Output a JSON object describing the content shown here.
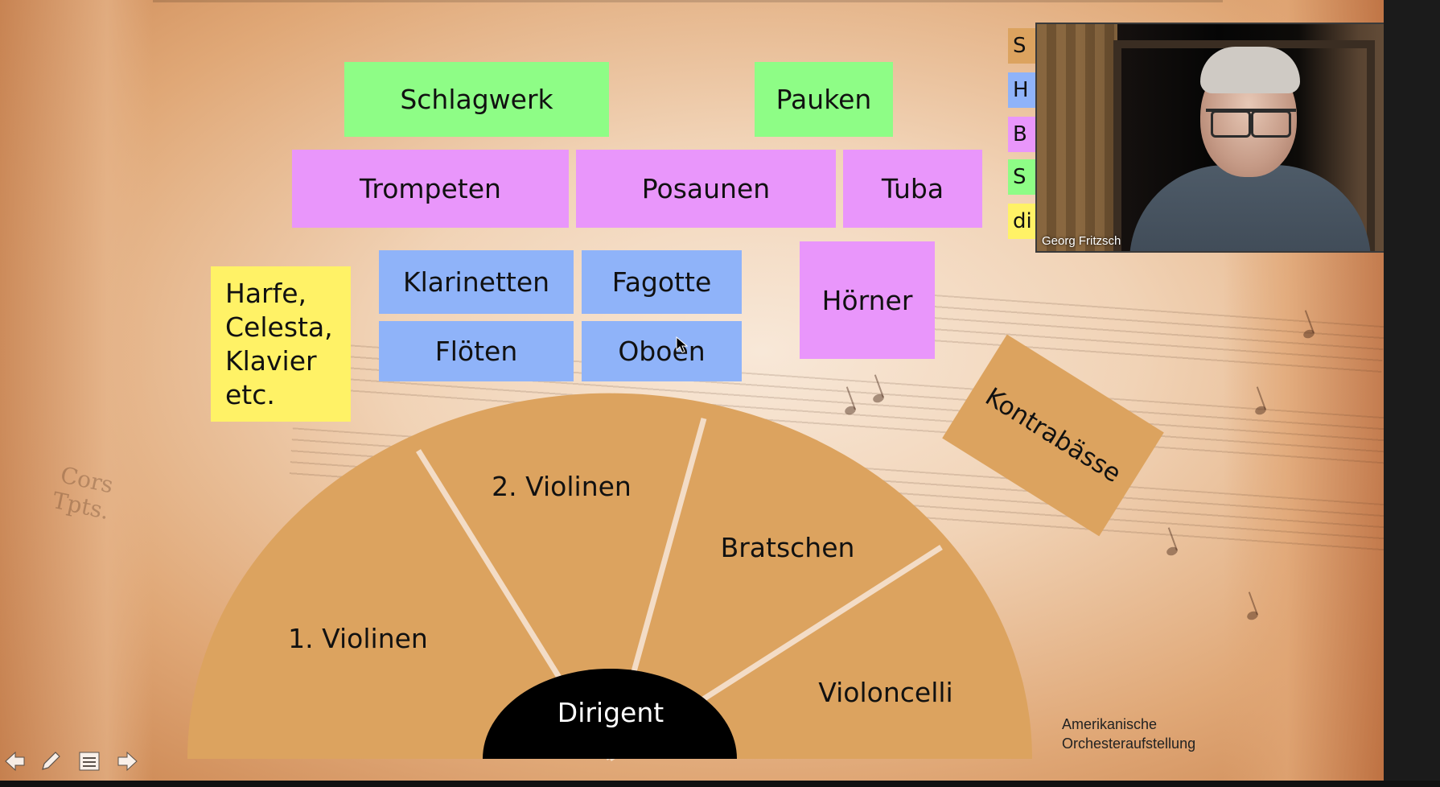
{
  "slide": {
    "boxes": {
      "schlagwerk": "Schlagwerk",
      "pauken": "Pauken",
      "trompeten": "Trompeten",
      "posaunen": "Posaunen",
      "tuba": "Tuba",
      "klarinetten": "Klarinetten",
      "fagotte": "Fagotte",
      "floeten": "Flöten",
      "oboen": "Oboen",
      "hoerner": "Hörner",
      "harfe": "Harfe,\nCelesta,\nKlavier\netc.",
      "kontrabaesse": "Kontrabässe"
    },
    "fan": {
      "violinen1": "1. Violinen",
      "violinen2": "2. Violinen",
      "bratschen": "Bratschen",
      "violoncelli": "Violoncelli",
      "dirigent": "Dirigent"
    },
    "caption": {
      "line1": "Amerikanische",
      "line2": "Orchesteraufstellung"
    },
    "legend_tiles": [
      "S",
      "H",
      "B",
      "S",
      "di"
    ],
    "background_text": [
      "Cors",
      "Tpts."
    ]
  },
  "video": {
    "participant_name": "Georg Fritzsch"
  },
  "controls": {
    "prev": "previous-slide",
    "pen": "pen-tool",
    "notes": "notes-menu",
    "next": "next-slide"
  },
  "colors": {
    "brass": "#e996fb",
    "woodwinds": "#8fb3f9",
    "percussion": "#8efd86",
    "keyboards": "#fff266",
    "strings": "#dca35f",
    "conductor": "#000000"
  }
}
